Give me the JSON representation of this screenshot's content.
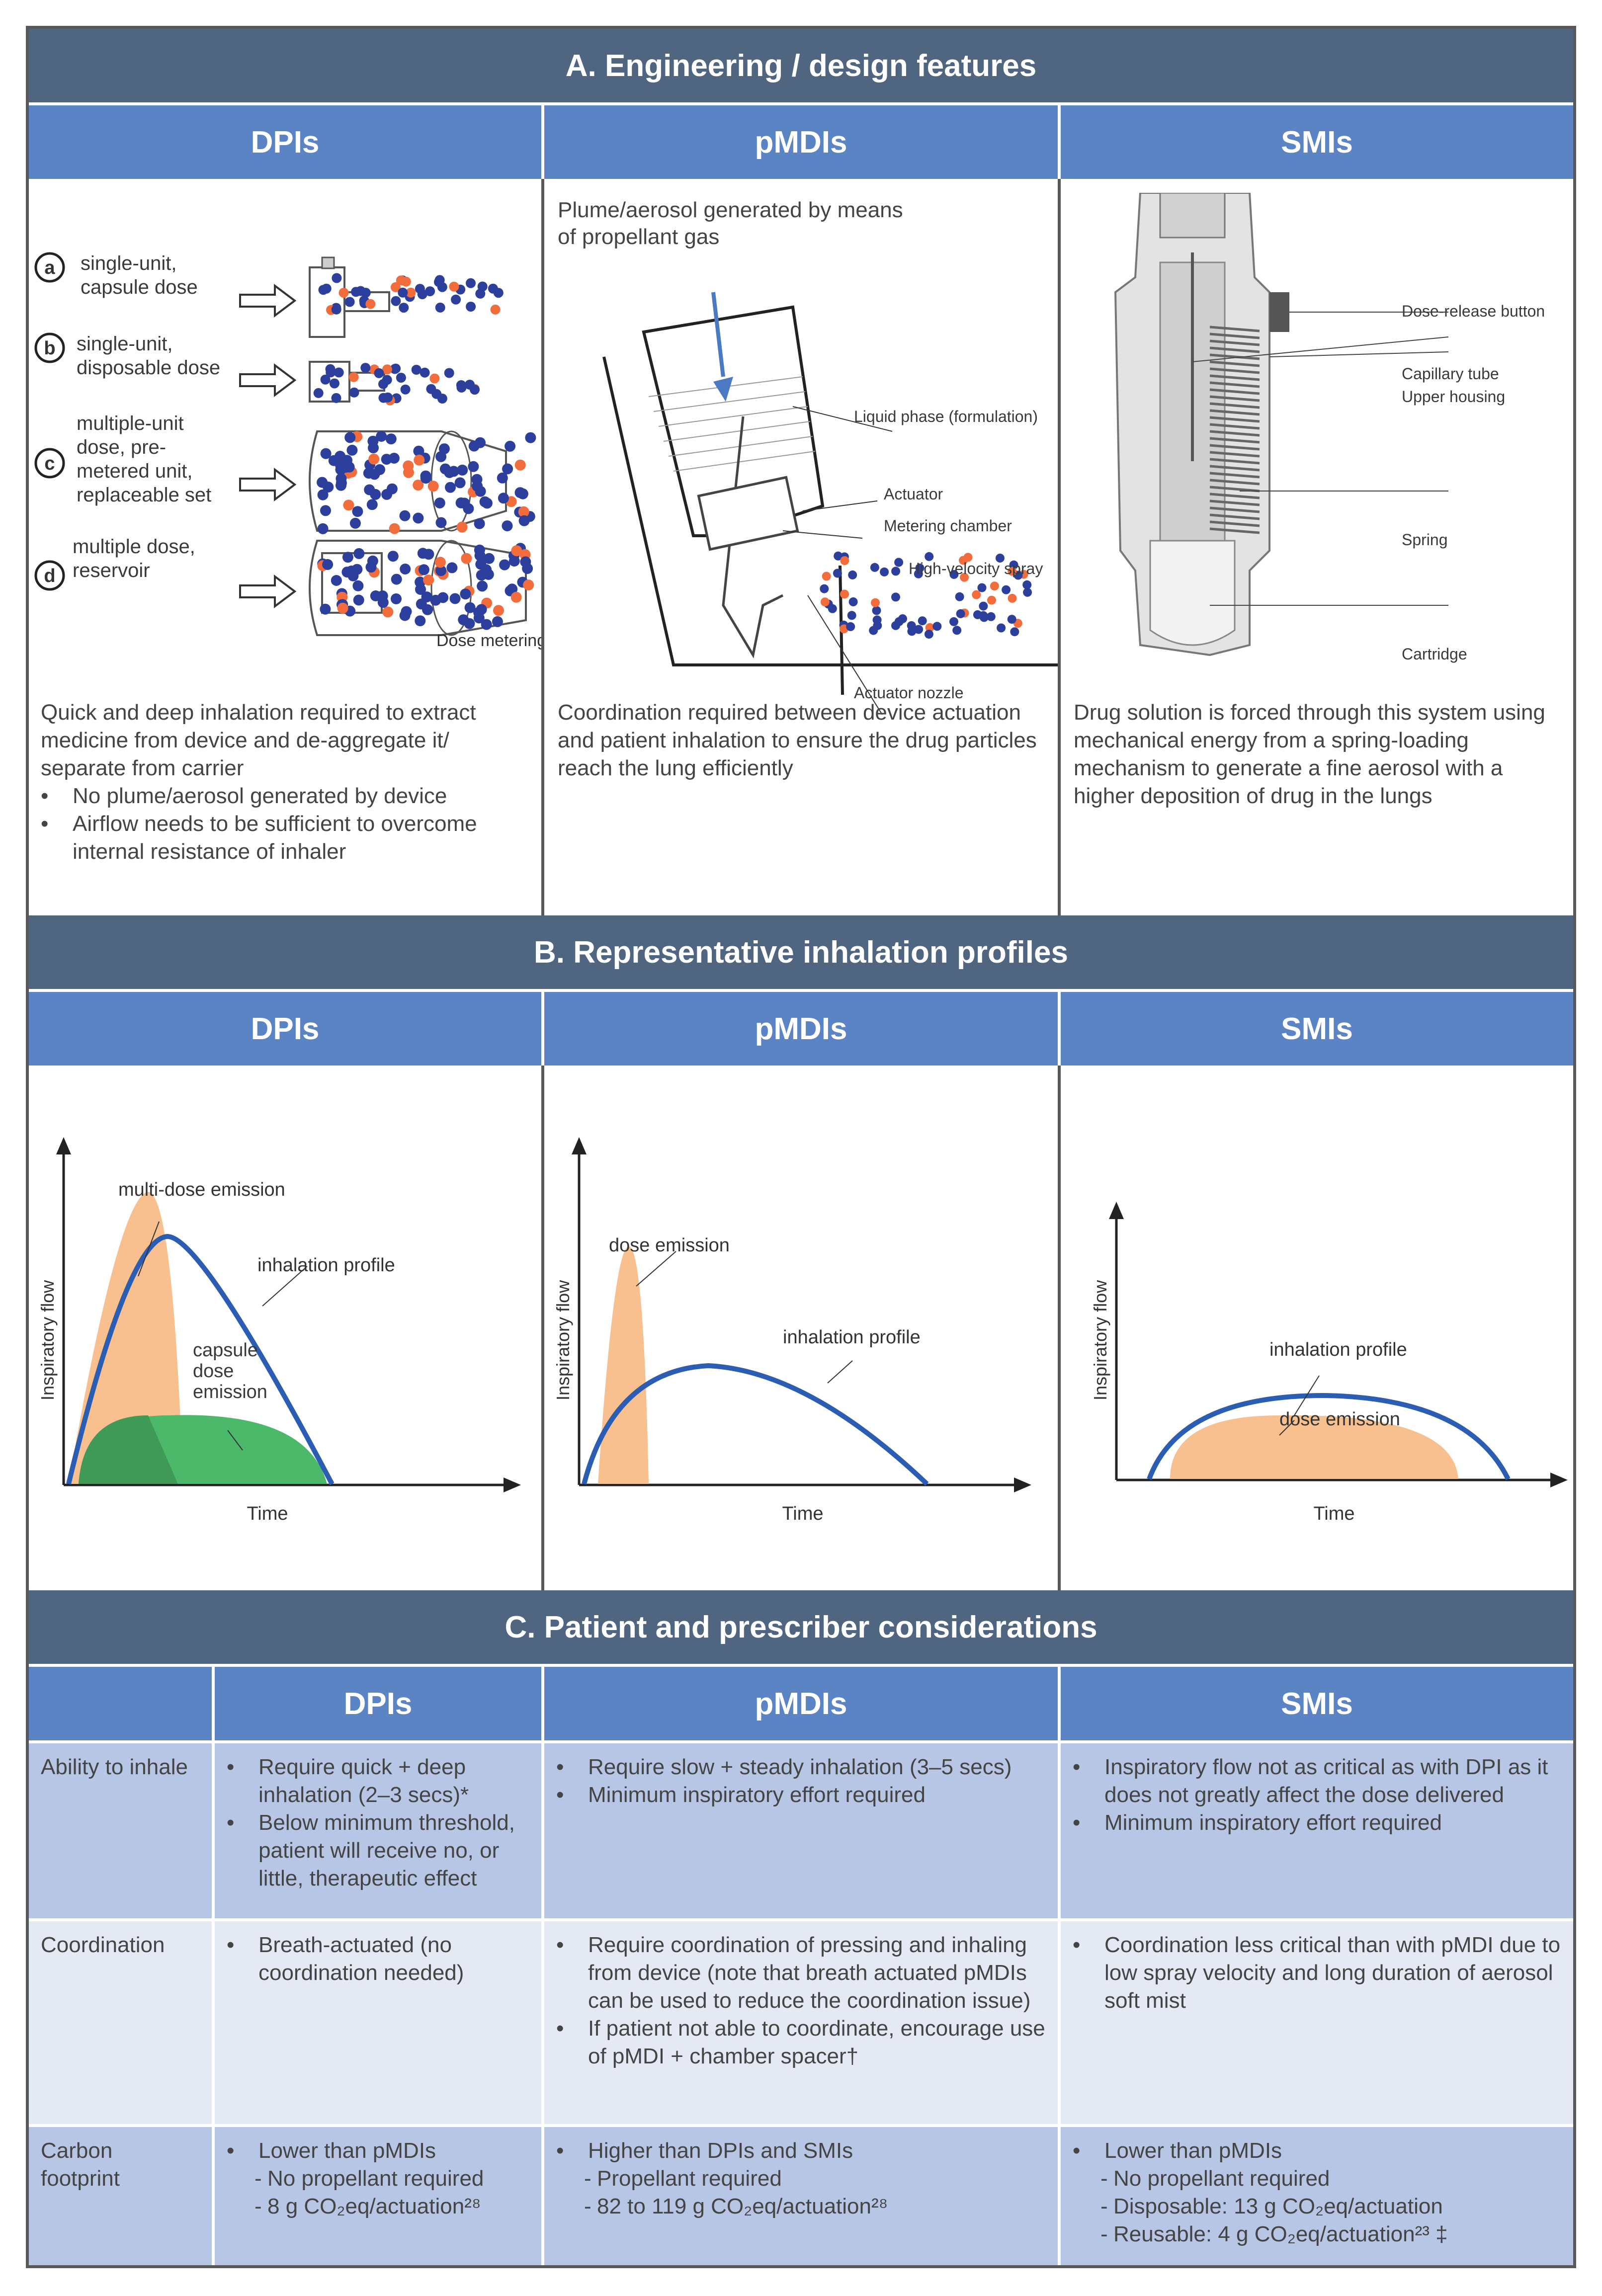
{
  "sectionA": {
    "title": "A. Engineering / design features",
    "columns": [
      "DPIs",
      "pMDIs",
      "SMIs"
    ],
    "dpi": {
      "items": [
        {
          "letter": "a",
          "label": "single-unit,\ncapsule dose"
        },
        {
          "letter": "b",
          "label": "single-unit,\ndisposable dose"
        },
        {
          "letter": "c",
          "label": "multiple-unit\ndose, pre-\nmetered unit,\nreplaceable set"
        },
        {
          "letter": "d",
          "label": "multiple dose,\nreservoir"
        }
      ],
      "dose_metering": "Dose metering",
      "description": "Quick and deep inhalation required to extract medicine from device and de-aggregate it/ separate from carrier",
      "bullets": [
        "No plume/aerosol generated by device",
        "Airflow needs to be sufficient to overcome internal resistance of inhaler"
      ]
    },
    "pmdi": {
      "caption": "Plume/aerosol generated by means\nof propellant gas",
      "labels": {
        "liquid": "Liquid phase (formulation)",
        "actuator": "Actuator",
        "metering": "Metering chamber",
        "spray": "High-velocity spray",
        "nozzle": "Actuator nozzle"
      },
      "description": "Coordination required between device actuation and patient inhalation to ensure the drug particles reach the lung efficiently"
    },
    "smi": {
      "labels": {
        "button": "Dose-release button",
        "capillary": "Capillary tube",
        "housing": "Upper housing",
        "spring": "Spring",
        "cartridge": "Cartridge"
      },
      "description": "Drug solution is forced through this system using mechanical energy from a spring-loading mechanism to generate a fine aerosol with a higher deposition of drug in the lungs"
    }
  },
  "sectionB": {
    "title": "B. Representative inhalation profiles",
    "columns": [
      "DPIs",
      "pMDIs",
      "SMIs"
    ],
    "dpi": {
      "multi": "multi-dose emission",
      "profile": "inhalation profile",
      "capsule": "capsule\ndose\nemission",
      "ylabel": "Inspiratory flow",
      "xlabel": "Time"
    },
    "pmdi": {
      "dose": "dose emission",
      "profile": "inhalation profile",
      "ylabel": "Inspiratory flow",
      "xlabel": "Time"
    },
    "smi": {
      "profile": "inhalation profile",
      "dose": "dose emission",
      "ylabel": "Inspiratory flow",
      "xlabel": "Time"
    },
    "colors": {
      "profile": "#2b5eb3",
      "multi": "#f7c08e",
      "capsule": "#4cb96a"
    }
  },
  "sectionC": {
    "title": "C. Patient and prescriber considerations",
    "columns": [
      "DPIs",
      "pMDIs",
      "SMIs"
    ],
    "rows": [
      {
        "label": "Ability to inhale",
        "dpi": [
          "Require quick + deep inhalation (2–3 secs)*",
          "Below minimum threshold, patient will receive no, or little, therapeutic effect"
        ],
        "pmdi": [
          "Require slow + steady inhalation (3–5 secs)",
          "Minimum inspiratory effort required"
        ],
        "smi": [
          "Inspiratory flow not as critical as with DPI as it does not greatly affect the dose delivered",
          "Minimum inspiratory effort required"
        ]
      },
      {
        "label": "Coordination",
        "dpi": [
          "Breath-actuated (no coordination needed)"
        ],
        "pmdi": [
          "Require coordination of pressing and inhaling from device (note that breath actuated pMDIs can be used to reduce the coordination issue)",
          "If patient not able to coordinate, encourage use of pMDI + chamber spacer†"
        ],
        "smi": [
          "Coordination less critical than with pMDI due to low spray velocity and long duration of aerosol soft mist"
        ]
      },
      {
        "label": "Carbon\nfootprint",
        "dpi": {
          "bullet": "Lower than pMDIs",
          "sub": [
            "No propellant required",
            "8 g CO₂eq/actuation²⁸"
          ]
        },
        "pmdi": {
          "bullet": "Higher than DPIs and SMIs",
          "sub": [
            "Propellant required",
            "82 to 119 g CO₂eq/actuation²⁸"
          ]
        },
        "smi": {
          "bullet": "Lower than pMDIs",
          "sub": [
            "No propellant required",
            "Disposable: 13 g CO₂eq/actuation",
            "Reusable: 4 g CO₂eq/actuation²³ ‡"
          ]
        }
      }
    ]
  }
}
